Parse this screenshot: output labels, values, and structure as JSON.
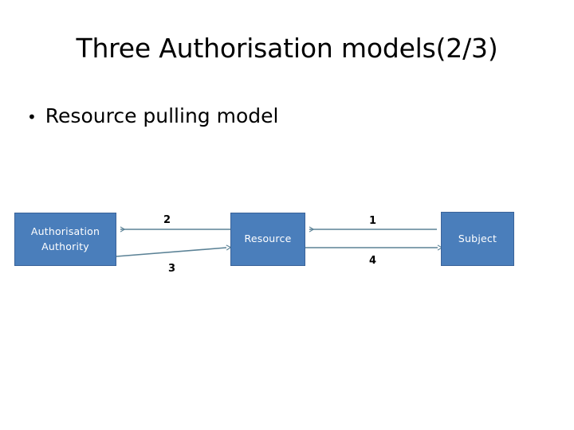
{
  "slide": {
    "title": "Three Authorisation models(2/3)",
    "bullet_marker": "•",
    "bullet_text": "Resource pulling model",
    "background_color": "#ffffff",
    "text_color": "#000000"
  },
  "diagram": {
    "node_fill_color": "#4a7ebb",
    "node_border_color": "#3a6399",
    "node_text_color": "#ffffff",
    "connector_color": "#5b8296",
    "nodes": [
      {
        "id": "authority",
        "label": "Authorisation\nAuthority",
        "line1": "Authorisation",
        "line2": "Authority"
      },
      {
        "id": "resource",
        "label": "Resource"
      },
      {
        "id": "subject",
        "label": "Subject"
      }
    ],
    "connectors": [
      {
        "id": "edge-1",
        "label": "1",
        "from": "subject",
        "to": "resource",
        "direction": "left"
      },
      {
        "id": "edge-2",
        "label": "2",
        "from": "resource",
        "to": "authority",
        "direction": "left"
      },
      {
        "id": "edge-3",
        "label": "3",
        "from": "authority",
        "to": "resource",
        "direction": "right"
      },
      {
        "id": "edge-4",
        "label": "4",
        "from": "resource",
        "to": "subject",
        "direction": "right"
      }
    ]
  }
}
